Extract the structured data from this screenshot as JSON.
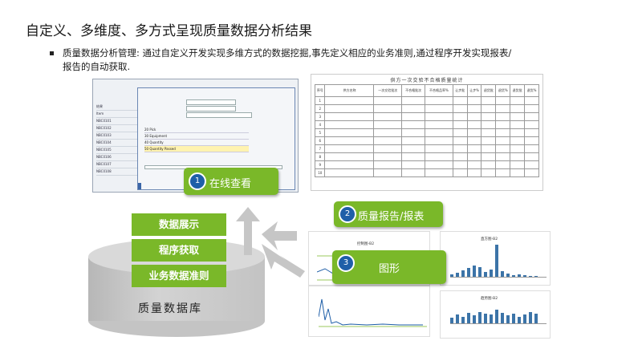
{
  "title": "自定义、多维度、多方式呈现质量数据分析结果",
  "description": "质量数据分析管理: 通过自定义开发实现多维方式的数据挖掘,事先定义相应的业务准则,通过程序开发实现报表/报告的自动获取.",
  "database": {
    "label": "质量数据库",
    "layers": [
      "数据展示",
      "程序获取",
      "业务数据准则"
    ]
  },
  "callouts": [
    {
      "num": "1",
      "label": "在线查看"
    },
    {
      "num": "2",
      "label": "质量报告/报表"
    },
    {
      "num": "3",
      "label": "图形"
    }
  ],
  "colors": {
    "accent_green": "#7ab829",
    "badge_blue": "#1f5fa8",
    "bar_blue": "#3c74a8"
  },
  "sheet": {
    "title": "供方一次交验不合格质量统计",
    "headers": [
      "序号",
      "供方名称",
      "一次交验批次",
      "不合格批次",
      "不合格品率%",
      "让步批",
      "让步%",
      "退货批",
      "退货%",
      "退货批",
      "退货%"
    ],
    "row_numbers": [
      "1",
      "2",
      "3",
      "4",
      "5",
      "6",
      "7",
      "8",
      "9",
      "10"
    ]
  },
  "app_sidebar": [
    "结果",
    "Item",
    "NBC0101",
    "NBC0102",
    "NBC0103",
    "NBC0104",
    "NBC0105",
    "NBC0106",
    "NBC0107",
    "NBC0108"
  ],
  "dialog_table": [
    {
      "code": "20",
      "name": "Pick"
    },
    {
      "code": "30",
      "name": "Equipment"
    },
    {
      "code": "40",
      "name": "Quantity"
    },
    {
      "code": "50",
      "name": "Quantity Passed"
    }
  ],
  "chart_titles": [
    "控制图-B2",
    "直方图-B2",
    "趋势图-B2"
  ]
}
